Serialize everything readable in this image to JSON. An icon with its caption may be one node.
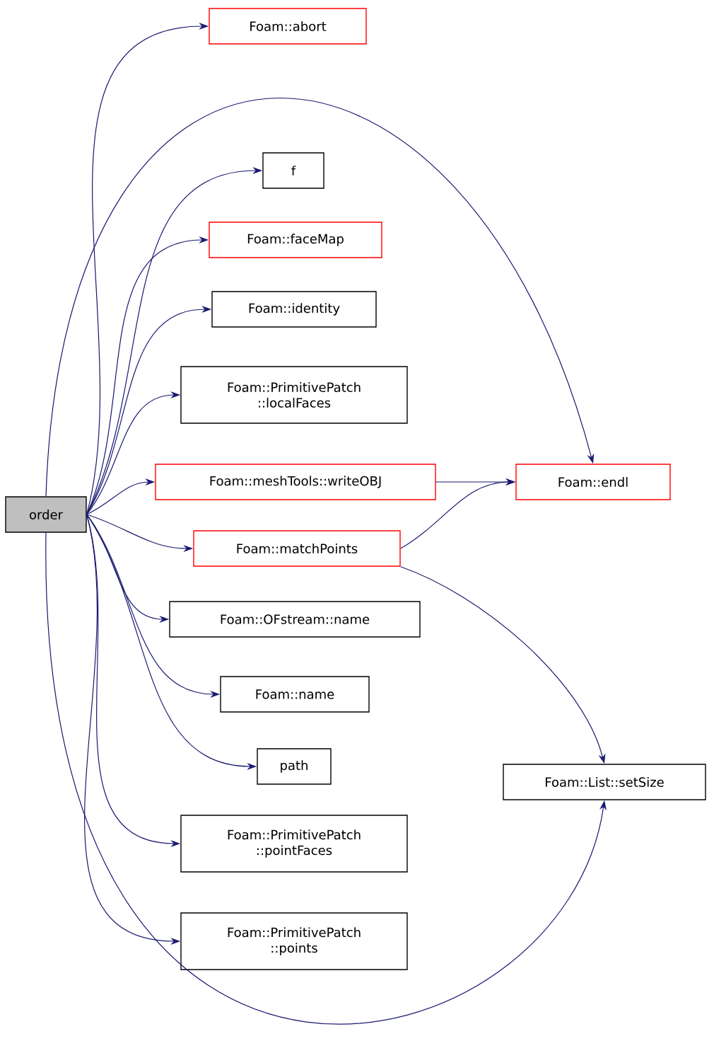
{
  "diagram": {
    "nodes": [
      {
        "text": [
          "order"
        ]
      },
      {
        "text": [
          "Foam::abort"
        ]
      },
      {
        "text": [
          "f"
        ]
      },
      {
        "text": [
          "Foam::faceMap"
        ]
      },
      {
        "text": [
          "Foam::identity"
        ]
      },
      {
        "text": [
          "Foam::PrimitivePatch ::localFaces"
        ]
      },
      {
        "text": [
          "Foam::meshTools::writeOBJ"
        ]
      },
      {
        "text": [
          "Foam::endl"
        ]
      },
      {
        "text": [
          "Foam::matchPoints"
        ]
      },
      {
        "text": [
          "Foam::OFstream::name"
        ]
      },
      {
        "text": [
          "Foam::name"
        ]
      },
      {
        "text": [
          "path"
        ]
      },
      {
        "text": [
          "Foam::List::setSize"
        ]
      },
      {
        "text": [
          "Foam::PrimitivePatch ::pointFaces"
        ]
      },
      {
        "text": [
          "Foam::PrimitivePatch ::points"
        ]
      }
    ],
    "edges": [
      {
        "from": 0,
        "to": 1,
        "arrow": "to"
      },
      {
        "from": 0,
        "to": 7,
        "arrow": "to"
      },
      {
        "from": 0,
        "to": 2,
        "arrow": "to"
      },
      {
        "from": 0,
        "to": 3,
        "arrow": "to"
      },
      {
        "from": 0,
        "to": 4,
        "arrow": "to"
      },
      {
        "from": 0,
        "to": 5,
        "arrow": "to"
      },
      {
        "from": 0,
        "to": 6,
        "arrow": "to"
      },
      {
        "from": 0,
        "to": 8,
        "arrow": "to"
      },
      {
        "from": 0,
        "to": 9,
        "arrow": "to"
      },
      {
        "from": 0,
        "to": 10,
        "arrow": "to"
      },
      {
        "from": 0,
        "to": 11,
        "arrow": "to"
      },
      {
        "from": 0,
        "to": 13,
        "arrow": "to"
      },
      {
        "from": 0,
        "to": 14,
        "arrow": "to"
      },
      {
        "from": 0,
        "to": 12,
        "arrow": "to"
      },
      {
        "from": 6,
        "to": 7,
        "arrow": "to"
      },
      {
        "from": 8,
        "to": 7,
        "arrow": "to"
      },
      {
        "from": 8,
        "to": 12,
        "arrow": "to"
      }
    ]
  }
}
